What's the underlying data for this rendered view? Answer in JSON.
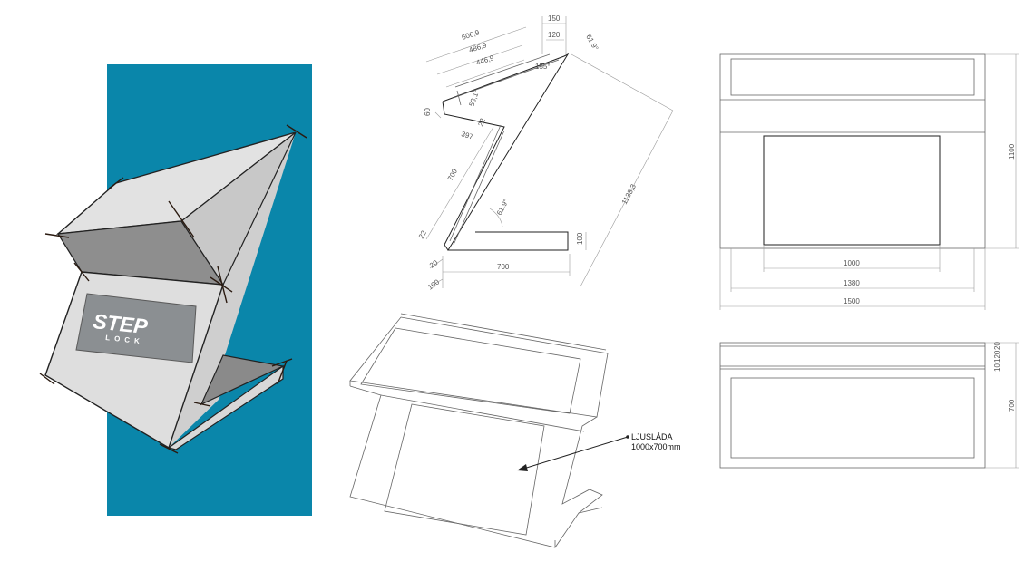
{
  "colors": {
    "panel_bg": "#0a86aa",
    "sketch_fill": "#dcdcdc",
    "sketch_shade": "#8e8e8e"
  },
  "logo": {
    "brand": "STEP",
    "sub": "LOCK"
  },
  "side_view": {
    "dims": [
      "150",
      "120",
      "61,9°",
      "606,9",
      "486,9",
      "446,9",
      "155°",
      "53,1°",
      "60",
      "22",
      "397",
      "700",
      "1133,3",
      "61,9°",
      "22",
      "100",
      "20",
      "700",
      "100"
    ]
  },
  "front_view": {
    "dims": [
      "1100",
      "1000",
      "1380",
      "1500"
    ]
  },
  "top_view": {
    "dims": [
      "20",
      "120",
      "10",
      "700"
    ]
  },
  "callout": {
    "line1": "LJUSLÅDA",
    "line2": "1000x700mm"
  }
}
